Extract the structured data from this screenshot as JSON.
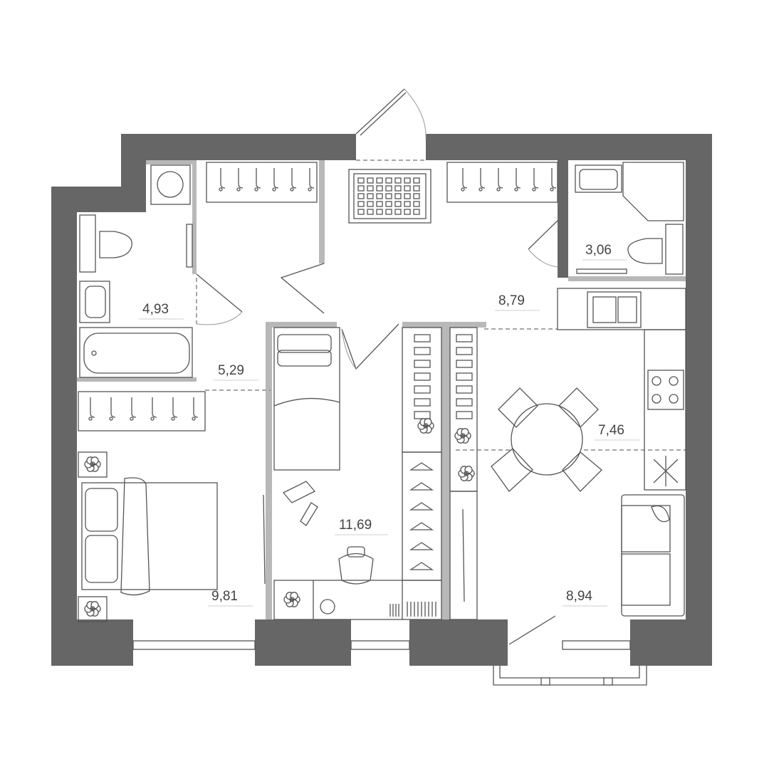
{
  "rooms": [
    {
      "id": "bathroom",
      "area": "4,93"
    },
    {
      "id": "wc",
      "area": "3,06"
    },
    {
      "id": "hall",
      "area": "8,79"
    },
    {
      "id": "corridor",
      "area": "5,29"
    },
    {
      "id": "kitchen",
      "area": "7,46"
    },
    {
      "id": "bedroom",
      "area": "9,81"
    },
    {
      "id": "kids-room",
      "area": "11,69"
    },
    {
      "id": "living-room",
      "area": "8,94"
    }
  ],
  "colors": {
    "wall": "#666666",
    "partition": "#b8b8b8",
    "fixture": "#555555",
    "background": "#ffffff"
  }
}
